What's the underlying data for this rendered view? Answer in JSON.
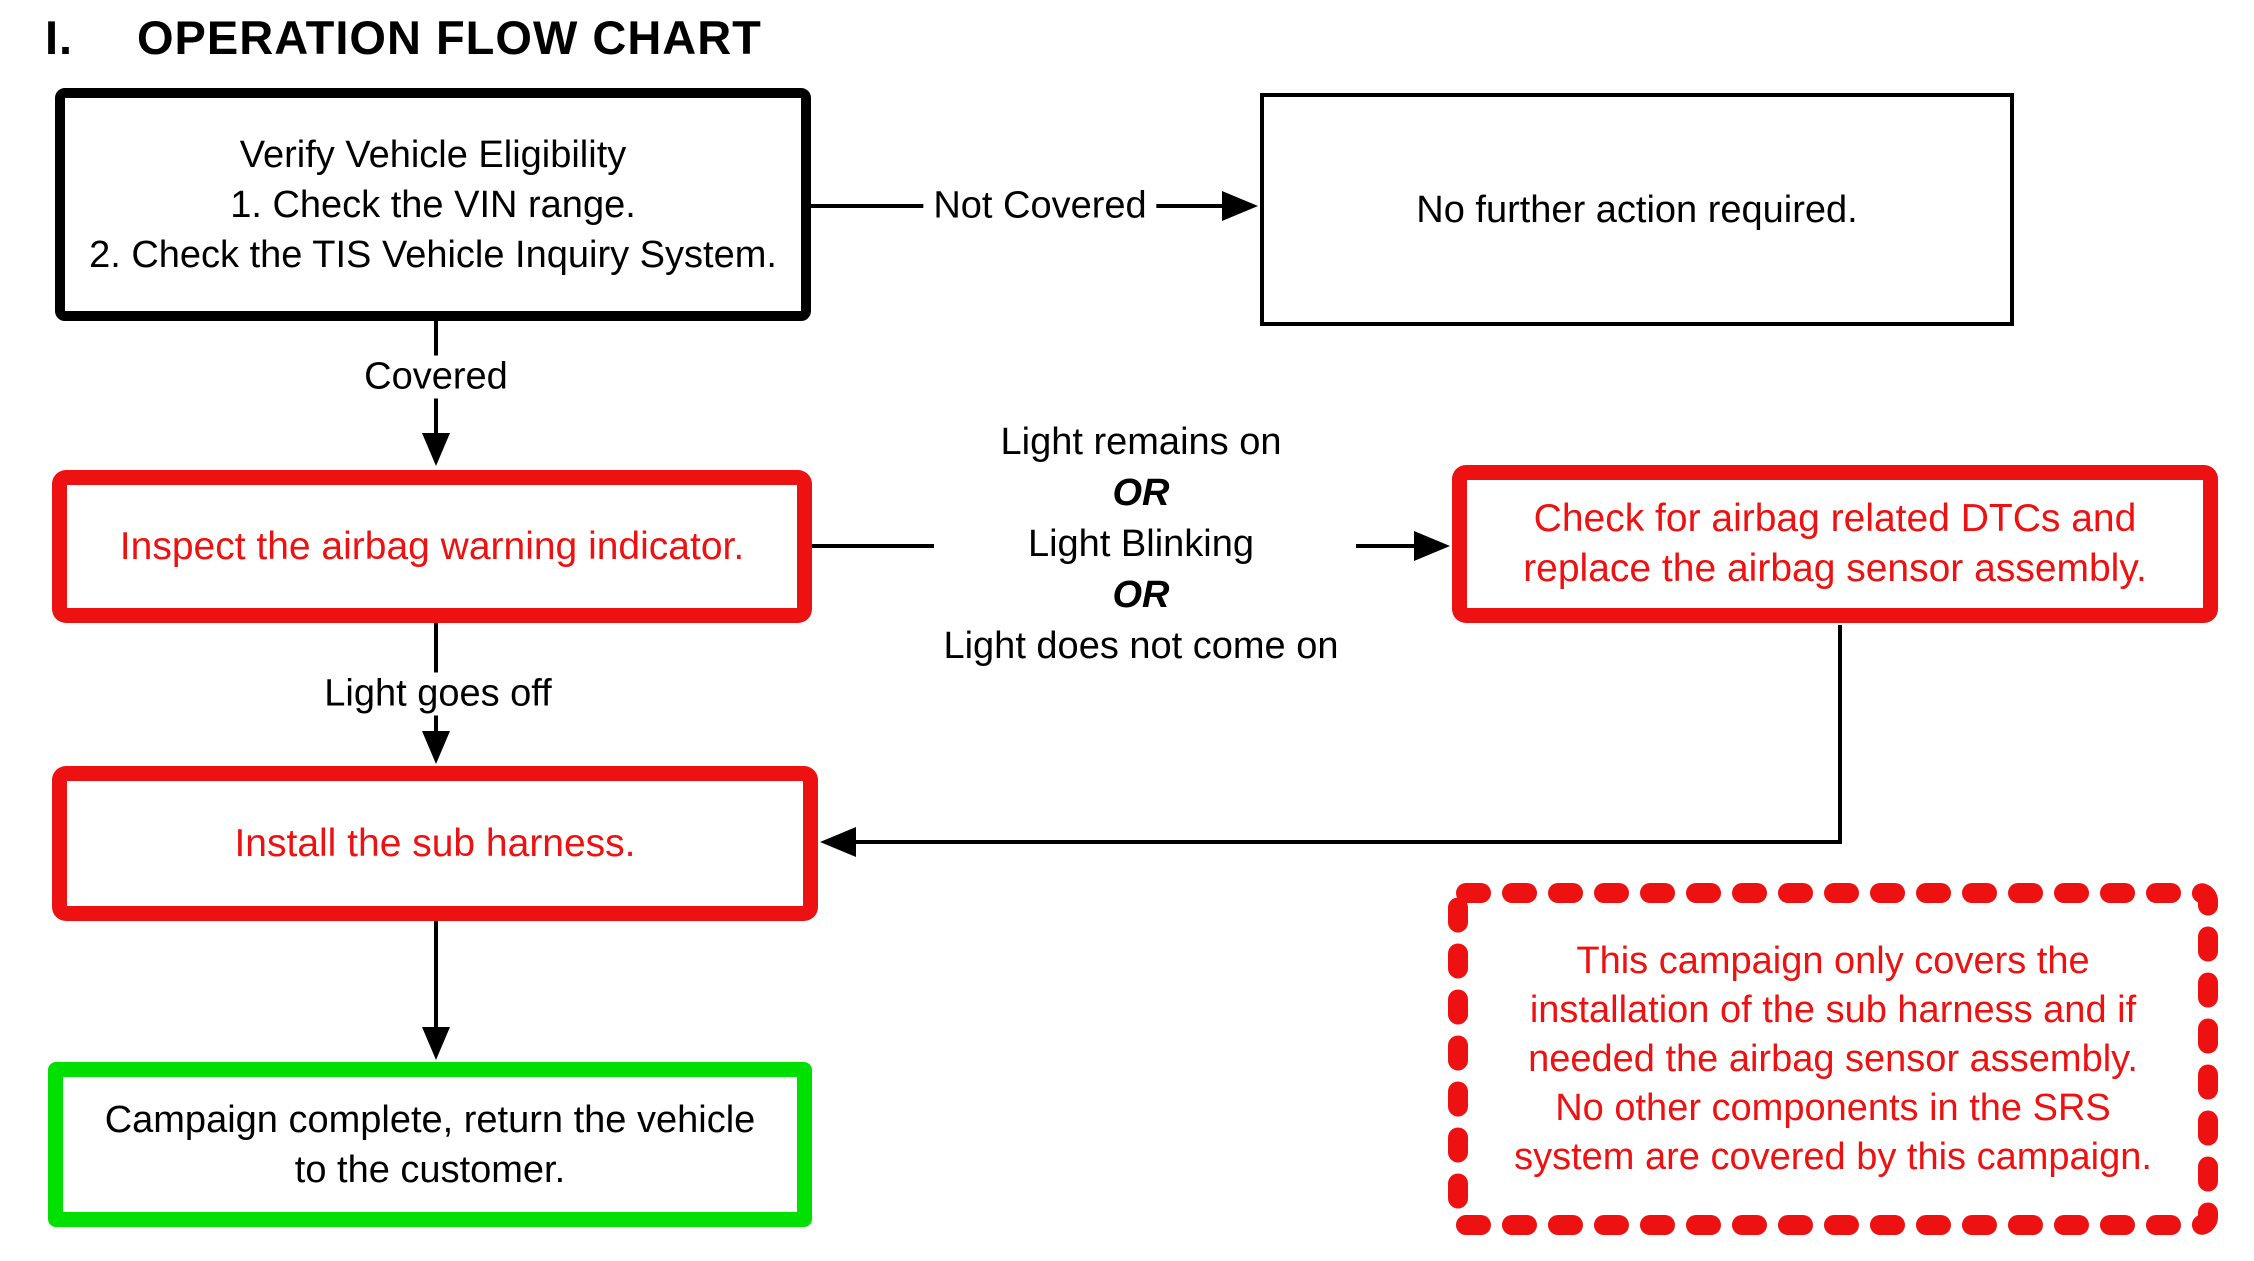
{
  "page": {
    "section_numeral": "I.",
    "section_title": "OPERATION FLOW CHART"
  },
  "colors": {
    "box_red": "#ee1111",
    "box_green": "#00e000",
    "line_black": "#000000"
  },
  "flow": {
    "verify_box": {
      "lines": [
        "Verify Vehicle Eligibility",
        "1. Check the VIN range.",
        "2. Check the TIS Vehicle Inquiry System."
      ]
    },
    "not_covered_label": "Not Covered",
    "no_action_box": {
      "text": "No further action required."
    },
    "covered_label": "Covered",
    "inspect_box": {
      "text": "Inspect the airbag warning indicator."
    },
    "conditions": {
      "line1": "Light remains on",
      "or_label": "OR",
      "line2": "Light Blinking",
      "line3": "Light does not come on"
    },
    "dtc_box": {
      "lines": [
        "Check for airbag related DTCs and",
        "replace the airbag sensor assembly."
      ]
    },
    "light_goes_off_label": "Light goes off",
    "install_box": {
      "text": "Install the sub harness."
    },
    "complete_box": {
      "lines": [
        "Campaign complete, return the vehicle",
        "to the customer."
      ]
    },
    "notice_box": {
      "lines": [
        "This campaign only covers the",
        "installation of the sub harness and if",
        "needed the airbag sensor assembly.",
        "No other components in the SRS",
        "system are covered by this campaign."
      ]
    }
  }
}
